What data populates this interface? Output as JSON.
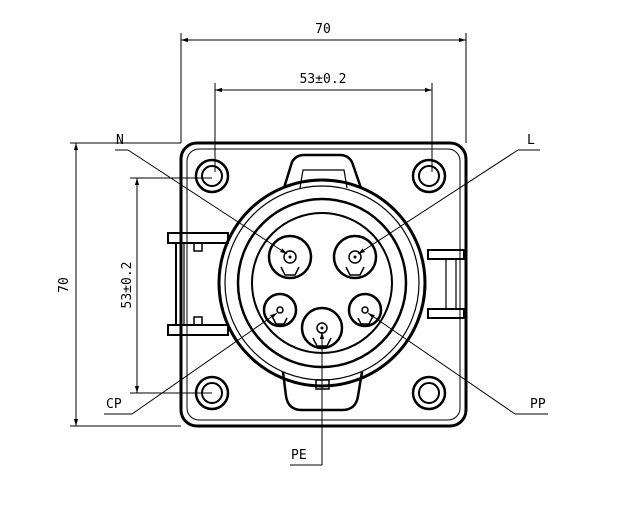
{
  "dimensions": {
    "width_top": "70",
    "hole_spacing_top": "53±0.2",
    "height_left": "70",
    "hole_spacing_left": "53±0.2"
  },
  "pins": {
    "n": "N",
    "l": "L",
    "cp": "CP",
    "pp": "PP",
    "pe": "PE"
  }
}
